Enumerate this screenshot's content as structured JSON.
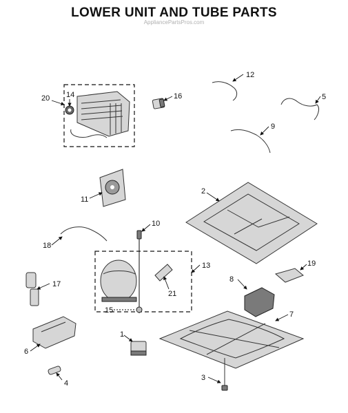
{
  "title": "LOWER UNIT AND TUBE PARTS",
  "watermark": "AppliancePartsPros.com",
  "callouts": {
    "c1": "1",
    "c2": "2",
    "c3": "3",
    "c4": "4",
    "c5": "5",
    "c6": "6",
    "c7": "7",
    "c8": "8",
    "c9": "9",
    "c10": "10",
    "c11": "11",
    "c12": "12",
    "c13": "13",
    "c14": "14",
    "c15": "15",
    "c16": "16",
    "c17": "17",
    "c18": "18",
    "c19": "19",
    "c20": "20",
    "c21": "21"
  }
}
